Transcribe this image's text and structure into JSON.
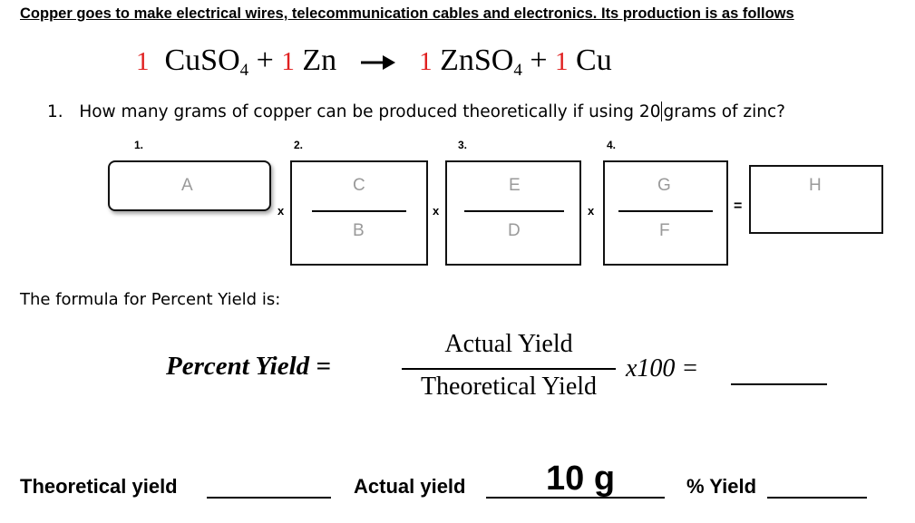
{
  "header": "Copper goes to make electrical wires, telecommunication cables and electronics.  Its production is as follows",
  "equation": {
    "coef1": "1",
    "reactant1": "CuSO",
    "reactant1_sub": "4",
    "plus1": "+",
    "coef2": "1",
    "reactant2": "Zn",
    "coef3": "1",
    "product1": "ZnSO",
    "product1_sub": "4",
    "plus2": "+",
    "coef4": "1",
    "product2": "Cu"
  },
  "question": {
    "number": "1.",
    "text_before": "How many grams of copper can be produced theoretically if using 20",
    "text_after": "grams of zinc?"
  },
  "steps": [
    "1.",
    "2.",
    "3.",
    "4."
  ],
  "boxes": {
    "a": "A",
    "step2_top": "C",
    "step2_bottom": "B",
    "step3_top": "E",
    "step3_bottom": "D",
    "step4_top": "G",
    "step4_bottom": "F",
    "h": "H"
  },
  "operators": {
    "times": "x",
    "equals": "="
  },
  "percent_yield": {
    "label": "The formula for Percent Yield is:",
    "lhs": "Percent Yield =",
    "numerator": "Actual Yield",
    "denominator": "Theoretical Yield",
    "multiplier": "x100 ="
  },
  "bottom": {
    "theoretical_label": "Theoretical yield",
    "actual_label": "Actual yield",
    "actual_value": "10 g",
    "percent_label": "% Yield"
  },
  "colors": {
    "coefficient": "#e02020",
    "placeholder": "#9a9a9a"
  }
}
